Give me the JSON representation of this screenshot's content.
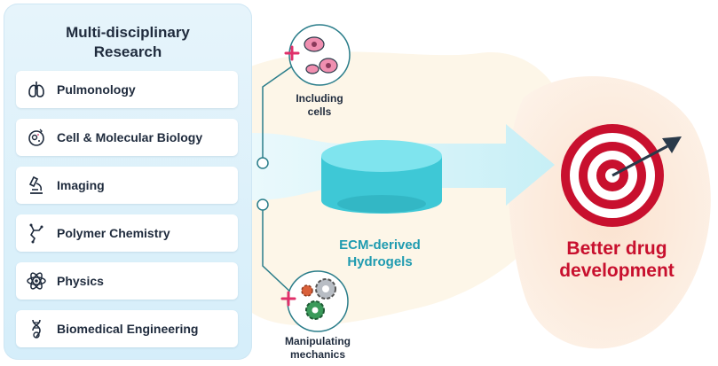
{
  "panel": {
    "title_line1": "Multi-disciplinary",
    "title_line2": "Research",
    "fields": [
      {
        "label": "Pulmonology",
        "icon": "lungs-icon"
      },
      {
        "label": "Cell & Molecular Biology",
        "icon": "cell-icon"
      },
      {
        "label": "Imaging",
        "icon": "microscope-icon"
      },
      {
        "label": "Polymer Chemistry",
        "icon": "polymer-icon"
      },
      {
        "label": "Physics",
        "icon": "atom-icon"
      },
      {
        "label": "Biomedical Engineering",
        "icon": "dna-icon"
      }
    ]
  },
  "nodes": {
    "cells": {
      "line1": "Including",
      "line2": "cells",
      "icon": "cells-icon"
    },
    "mechanics": {
      "line1": "Manipulating",
      "line2": "mechanics",
      "icon": "gears-icon"
    }
  },
  "center": {
    "line1": "ECM-derived",
    "line2": "Hydrogels",
    "icon": "hydrogel-dish-icon"
  },
  "outcome": {
    "line1": "Better drug",
    "line2": "development",
    "icon": "target-icon"
  },
  "colors": {
    "panel_bg": "#dcf0fa",
    "arrow": "#c9f0f6",
    "hydrogel": "#43cfdc",
    "outcome_red": "#c8102e",
    "plus_pink": "#e0306a",
    "connector": "#2a7d8a"
  }
}
